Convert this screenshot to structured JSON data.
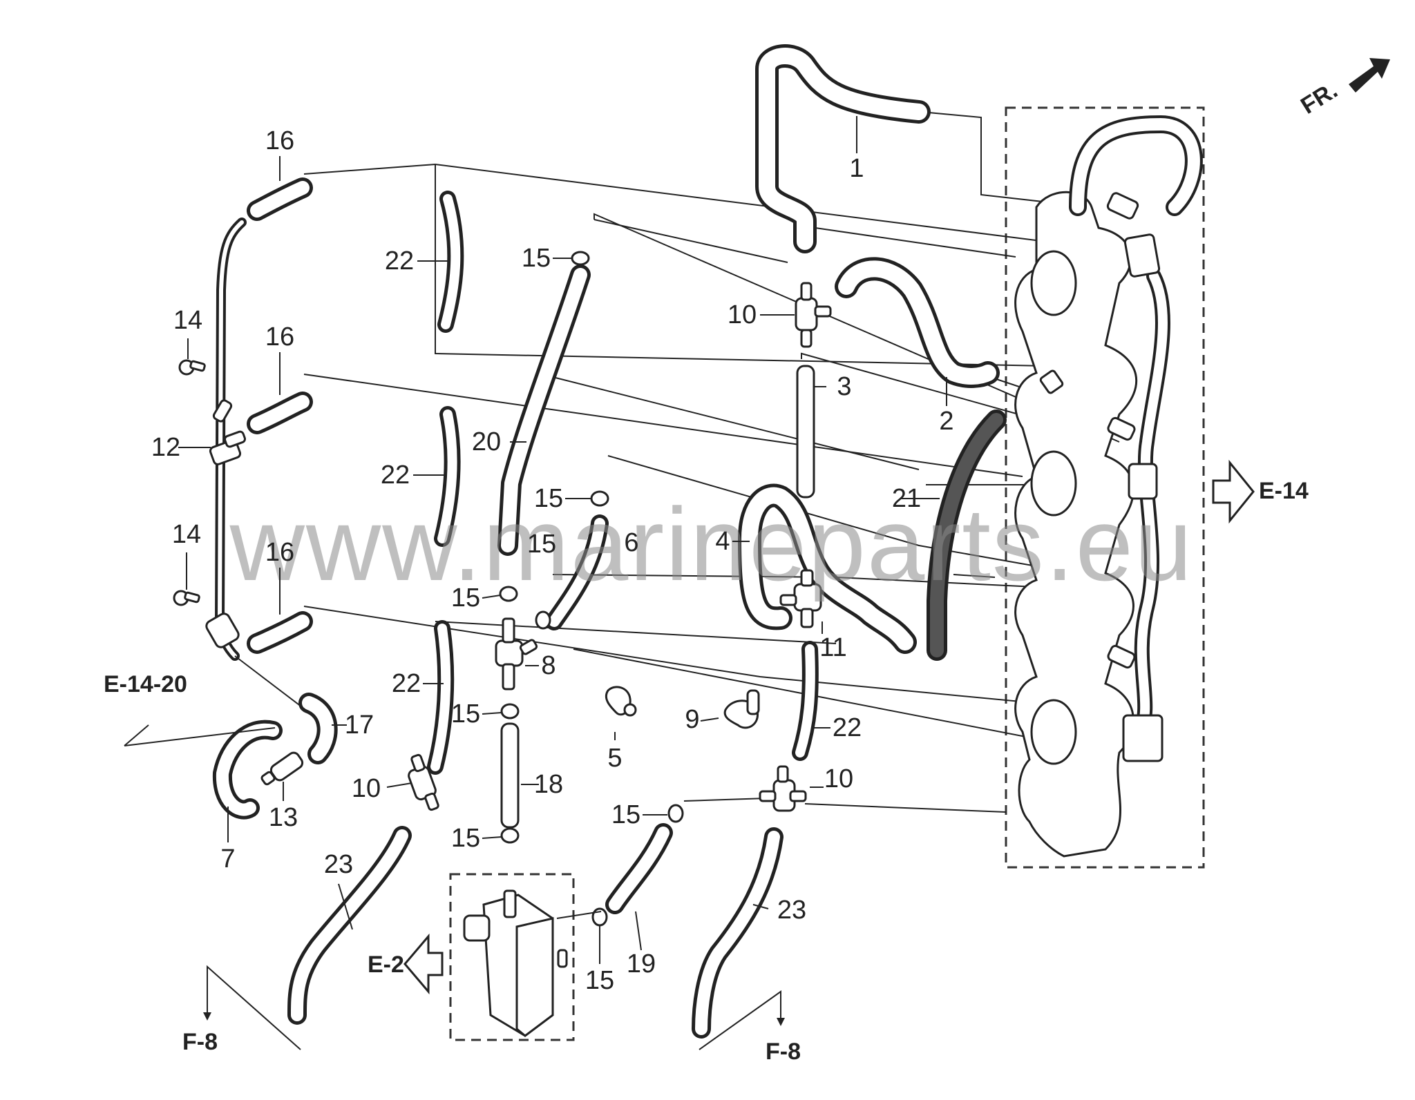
{
  "orientation": {
    "label": "FR."
  },
  "references": {
    "e14": "E-14",
    "e14_20": "E-14-20",
    "e2": "E-2",
    "f8_left": "F-8",
    "f8_right": "F-8"
  },
  "watermark": "www.marineparts.eu",
  "callouts": [
    {
      "id": "c1",
      "text": "1"
    },
    {
      "id": "c2",
      "text": "2"
    },
    {
      "id": "c3",
      "text": "3"
    },
    {
      "id": "c4",
      "text": "4"
    },
    {
      "id": "c5",
      "text": "5"
    },
    {
      "id": "c6",
      "text": "6"
    },
    {
      "id": "c7",
      "text": "7"
    },
    {
      "id": "c8",
      "text": "8"
    },
    {
      "id": "c9",
      "text": "9"
    },
    {
      "id": "c10a",
      "text": "10"
    },
    {
      "id": "c10b",
      "text": "10"
    },
    {
      "id": "c10c",
      "text": "10"
    },
    {
      "id": "c11",
      "text": "11"
    },
    {
      "id": "c12",
      "text": "12"
    },
    {
      "id": "c13",
      "text": "13"
    },
    {
      "id": "c14a",
      "text": "14"
    },
    {
      "id": "c14b",
      "text": "14"
    },
    {
      "id": "c15a",
      "text": "15"
    },
    {
      "id": "c15b",
      "text": "15"
    },
    {
      "id": "c15c",
      "text": "15"
    },
    {
      "id": "c15d",
      "text": "15"
    },
    {
      "id": "c15e",
      "text": "15"
    },
    {
      "id": "c15f",
      "text": "15"
    },
    {
      "id": "c15g",
      "text": "15"
    },
    {
      "id": "c15h",
      "text": "15"
    },
    {
      "id": "c16a",
      "text": "16"
    },
    {
      "id": "c16b",
      "text": "16"
    },
    {
      "id": "c16c",
      "text": "16"
    },
    {
      "id": "c17",
      "text": "17"
    },
    {
      "id": "c18",
      "text": "18"
    },
    {
      "id": "c19",
      "text": "19"
    },
    {
      "id": "c20",
      "text": "20"
    },
    {
      "id": "c21",
      "text": "21"
    },
    {
      "id": "c22a",
      "text": "22"
    },
    {
      "id": "c22b",
      "text": "22"
    },
    {
      "id": "c22c",
      "text": "22"
    },
    {
      "id": "c22d",
      "text": "22"
    },
    {
      "id": "c23a",
      "text": "23"
    },
    {
      "id": "c23b",
      "text": "23"
    }
  ]
}
